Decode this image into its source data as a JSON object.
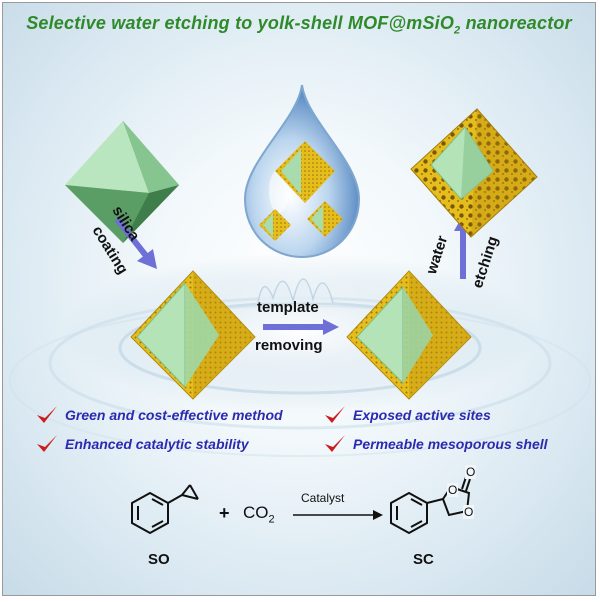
{
  "title": {
    "main": "Selective water etching to yolk-shell MOF@mSiO",
    "sub": "2",
    "suffix": " nanoreactor"
  },
  "steps": {
    "silica_coating": [
      "silica",
      "coating"
    ],
    "template_removing": [
      "template",
      "removing"
    ],
    "water_etching": [
      "water",
      "etching"
    ]
  },
  "features": [
    "Green and cost-effective method",
    "Exposed active sites",
    "Enhanced catalytic stability",
    "Permeable mesoporous shell"
  ],
  "reaction": {
    "reactant_label": "SO",
    "plus": "+",
    "co2": "CO",
    "co2_sub": "2",
    "catalyst": "Catalyst",
    "product_label": "SC",
    "oxygen": "O"
  },
  "colors": {
    "title": "#2f8a2a",
    "feature_text": "#2b2ab0",
    "check": "#c81e1e",
    "mof_green": "#9fd4a3",
    "shell_gold": "#e9c21e",
    "arrow": "#6f6fd8"
  }
}
